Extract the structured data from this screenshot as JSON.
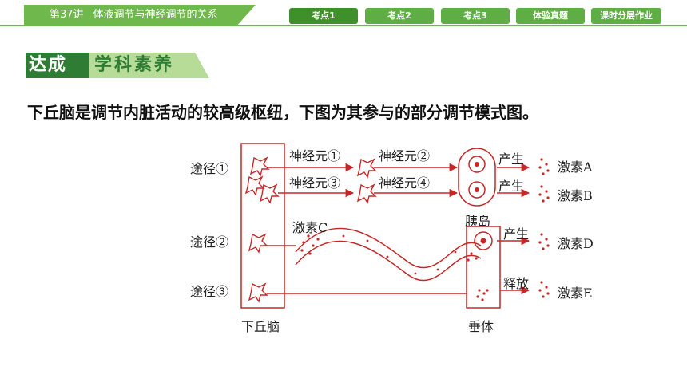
{
  "header": {
    "lecture": "第37讲",
    "title": "体液调节与神经调节的关系",
    "nav": [
      {
        "label": "考点1",
        "active": true
      },
      {
        "label": "考点2",
        "active": false
      },
      {
        "label": "考点3",
        "active": false
      },
      {
        "label": "体验真题",
        "active": false
      },
      {
        "label": "课时分层作业",
        "active": false
      }
    ]
  },
  "section": {
    "part1": "达成",
    "part2": "学科素养"
  },
  "paragraph": "下丘脑是调节内脏活动的较高级枢纽，下图为其参与的部分调节模式图。",
  "diagram": {
    "pathway1": "途径①",
    "pathway2": "途径②",
    "pathway3": "途径③",
    "neuron1": "神经元①",
    "neuron2": "神经元②",
    "neuron3": "神经元③",
    "neuron4": "神经元④",
    "produce1": "产生",
    "produce2": "产生",
    "produce3": "产生",
    "release": "释放",
    "hormoneA": "激素A",
    "hormoneB": "激素B",
    "hormoneC": "激素C",
    "hormoneD": "激素D",
    "hormoneE": "激素E",
    "pancreas": "胰岛",
    "hypothalamus": "下丘脑",
    "pituitary": "垂体"
  },
  "colors": {
    "accent": "#6fb84b",
    "dark": "#2f7d35",
    "diagram": "#c62828"
  }
}
